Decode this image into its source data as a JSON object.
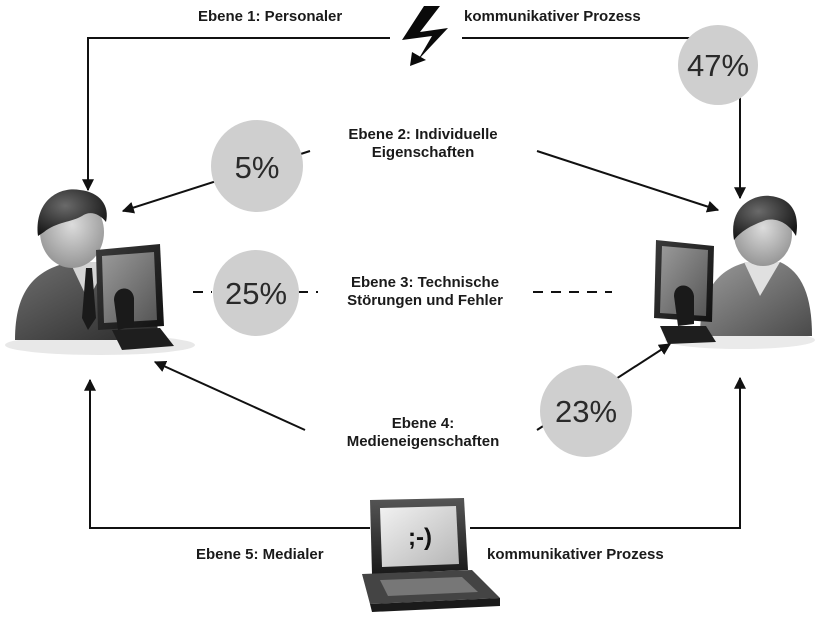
{
  "levels": {
    "level1_left": "Ebene 1: Personaler",
    "level1_right": "kommunikativer Prozess",
    "level2_line1": "Ebene 2: Individuelle",
    "level2_line2": "Eigenschaften",
    "level3_line1": "Ebene 3: Technische",
    "level3_line2": "Störungen und Fehler",
    "level4_line1": "Ebene 4:",
    "level4_line2": "Medieneigenschaften",
    "level5_left": "Ebene 5: Medialer",
    "level5_right": "kommunikativer Prozess"
  },
  "percentages": {
    "p47": "47%",
    "p5": "5%",
    "p25": "25%",
    "p23": "23%"
  },
  "laptop_screen_text": ";-)",
  "icons": {
    "lightning": "lightning-bolt-icon",
    "left_person": "person-at-computer-icon",
    "right_person": "person-at-computer-icon",
    "laptop": "laptop-icon"
  },
  "colors": {
    "circle_fill": "#cfcfcf",
    "line": "#111111"
  }
}
